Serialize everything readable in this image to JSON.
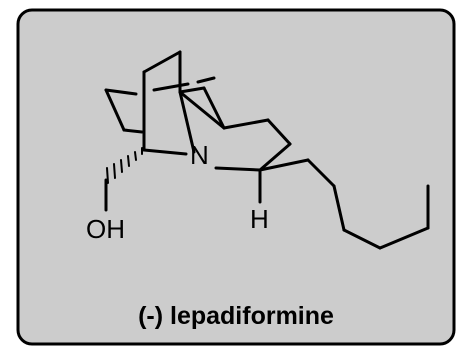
{
  "molecule": {
    "caption": "(-) lepadiformine",
    "atoms": {
      "nitrogen": "N",
      "hydroxyl": "OH",
      "hydrogen": "H"
    }
  },
  "colors": {
    "panel_fill": "#cccccc",
    "border": "#000000",
    "ink": "#000000"
  }
}
